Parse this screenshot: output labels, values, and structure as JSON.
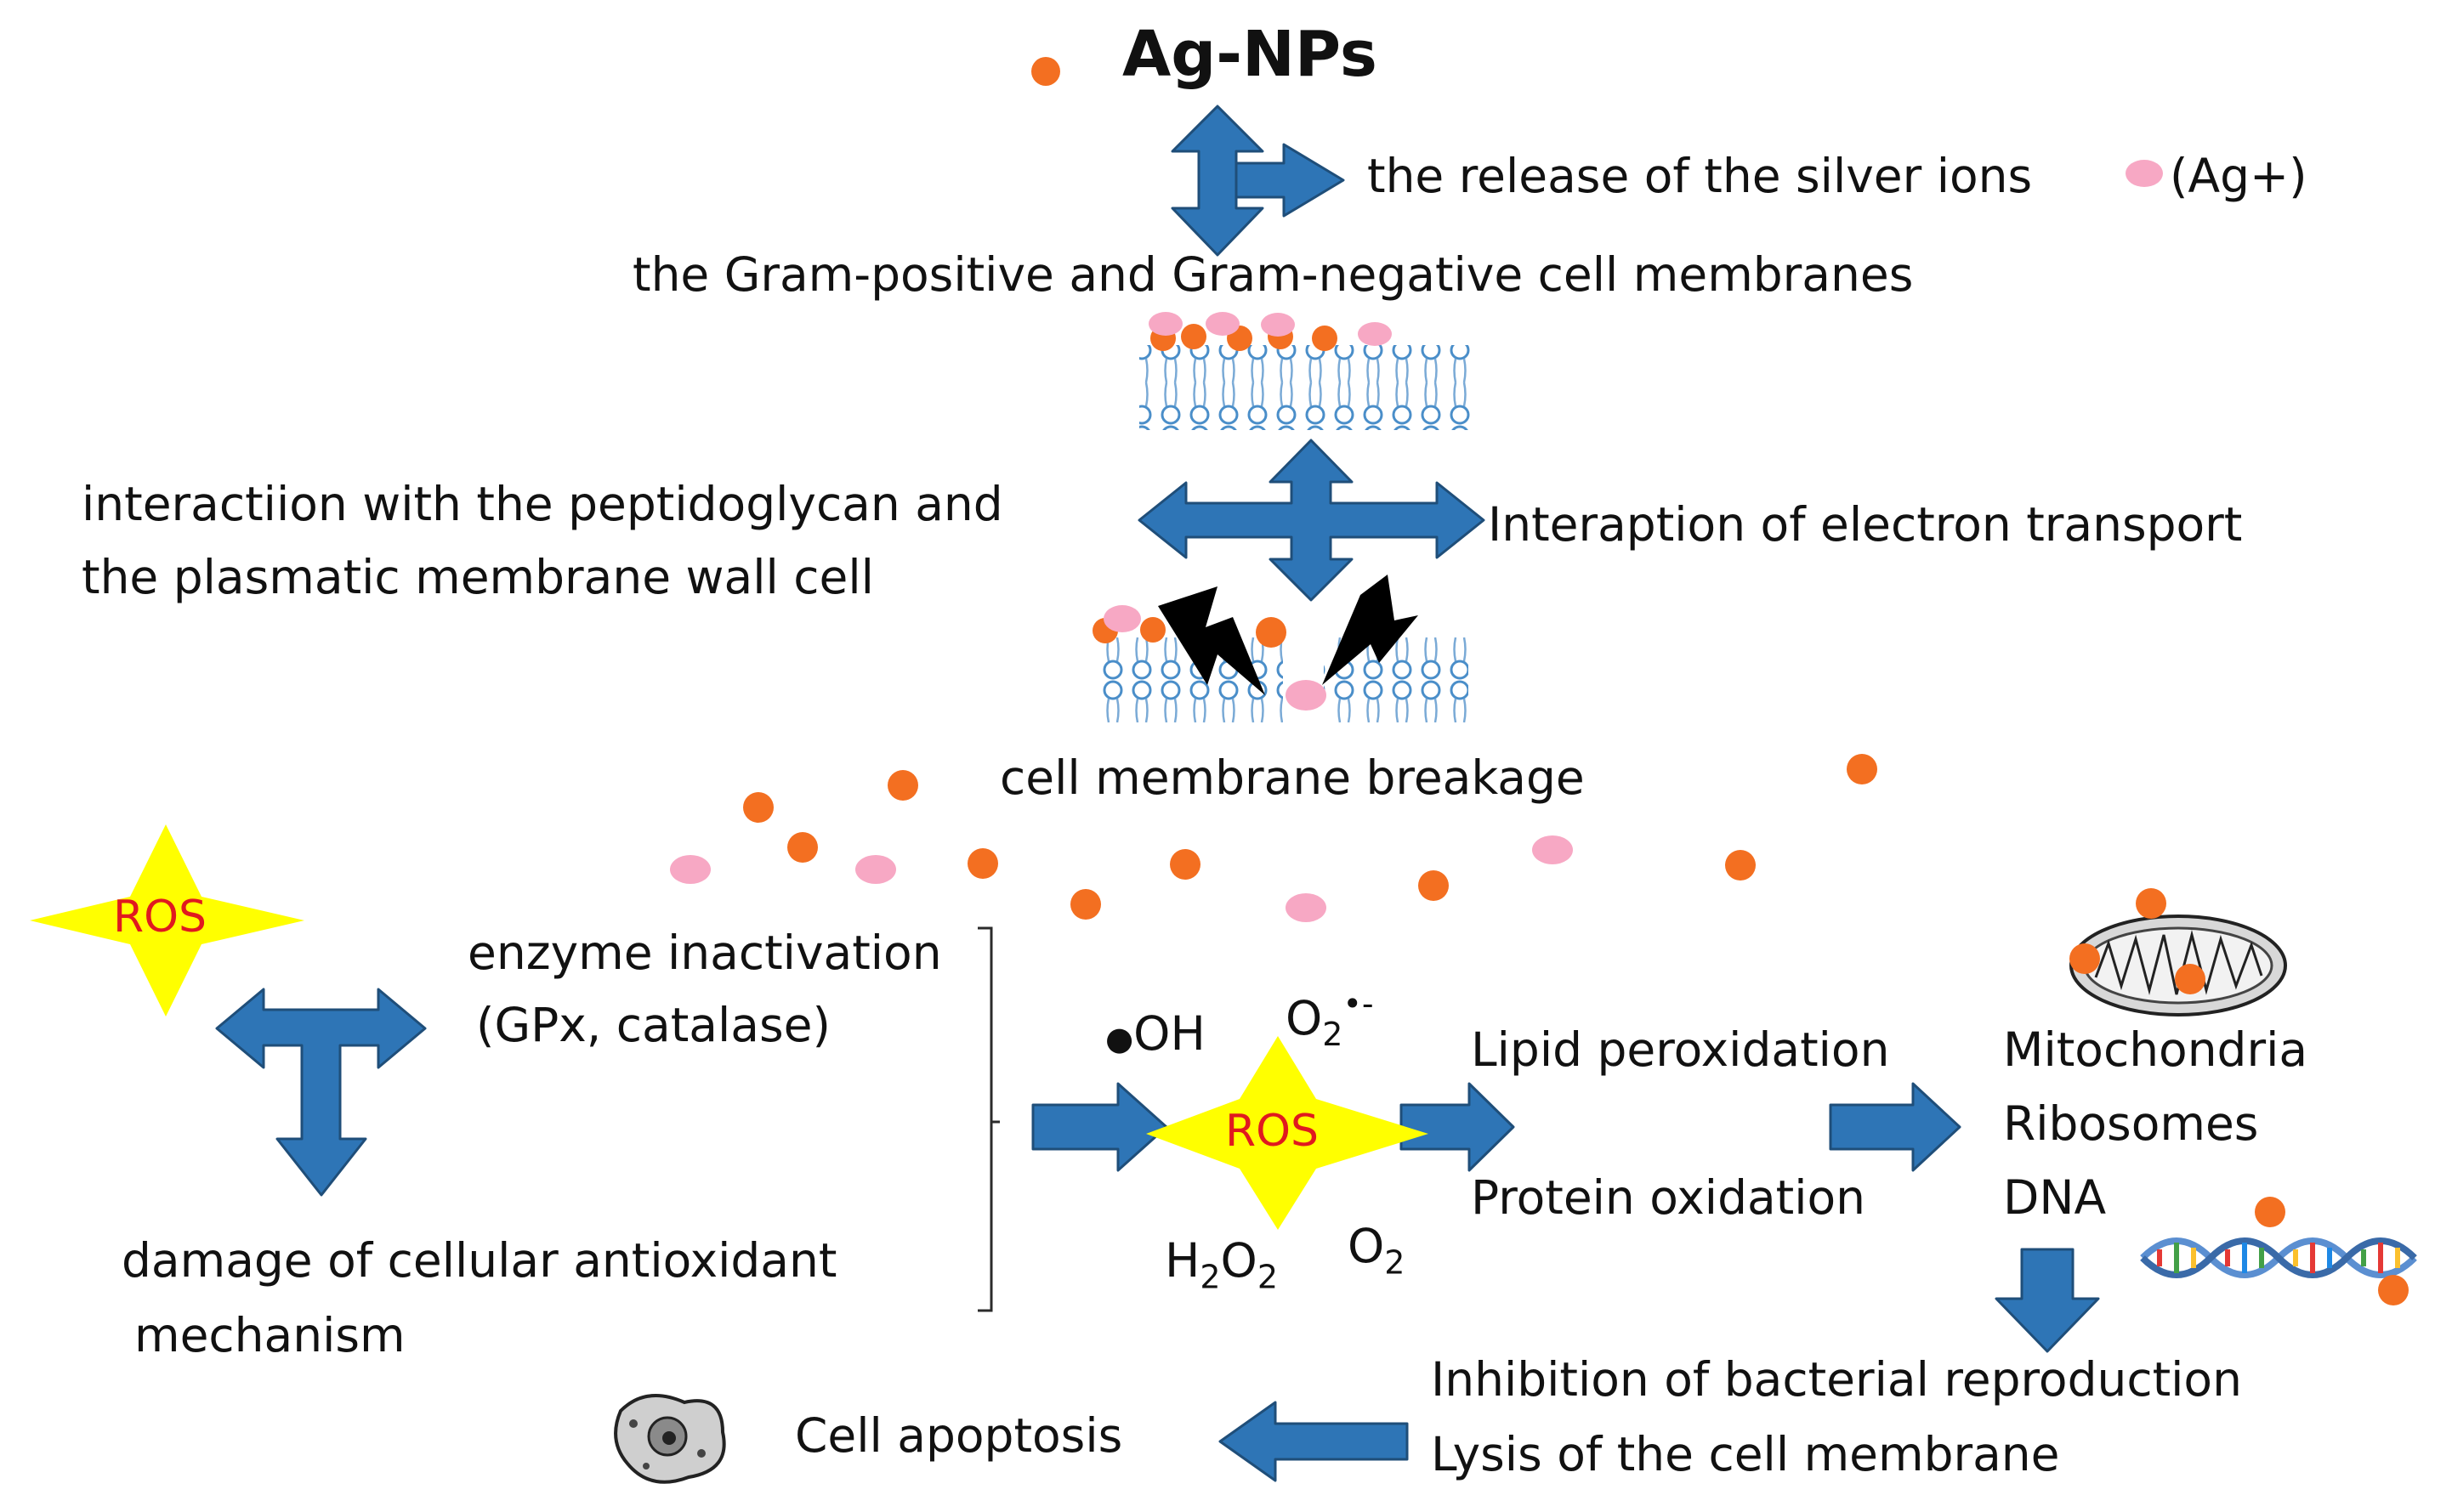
{
  "title": "Ag-NPs",
  "release": {
    "text": "the release of the silver ions",
    "ion": "(Ag+)"
  },
  "membranes": "the Gram-positive and Gram-negative cell membranes",
  "interaction": {
    "line1": "interactiion with the peptidoglycan and",
    "line2": "the plasmatic membrane wall cell"
  },
  "interruption": "Interaption of electron transport",
  "breakage": "cell membrane breakage",
  "ros_label": "ROS",
  "enzyme": {
    "line1": "enzyme inactivation",
    "line2": "(GPx,  catalase)"
  },
  "damage": {
    "line1": "damage of cellular antioxidant",
    "line2": "mechanism"
  },
  "species": {
    "oh": {
      "dot": "●",
      "text": "OH"
    },
    "superoxide": {
      "base": "O",
      "sub": "2",
      "sup": "•-"
    },
    "peroxide": {
      "a": "H",
      "sub1": "2",
      "b": "O",
      "sub2": "2"
    },
    "oxygen": {
      "base": "O",
      "sub": "2"
    }
  },
  "effects": {
    "lipid": "Lipid peroxidation",
    "protein": "Protein oxidation"
  },
  "targets": {
    "mito": "Mitochondria",
    "ribo": "Ribosomes",
    "dna": "DNA"
  },
  "outcomes": {
    "inhibition": "Inhibition of bacterial reproduction",
    "lysis": "Lysis of the cell membrane"
  },
  "apoptosis": "Cell apoptosis",
  "colors": {
    "arrow": "#2e75b6",
    "arrow_edge": "#1f4e79",
    "nanoparticle": "#f36f21",
    "ion": "#f7a8c4",
    "star": "#ffff00",
    "ros_text": "#e0191f"
  }
}
